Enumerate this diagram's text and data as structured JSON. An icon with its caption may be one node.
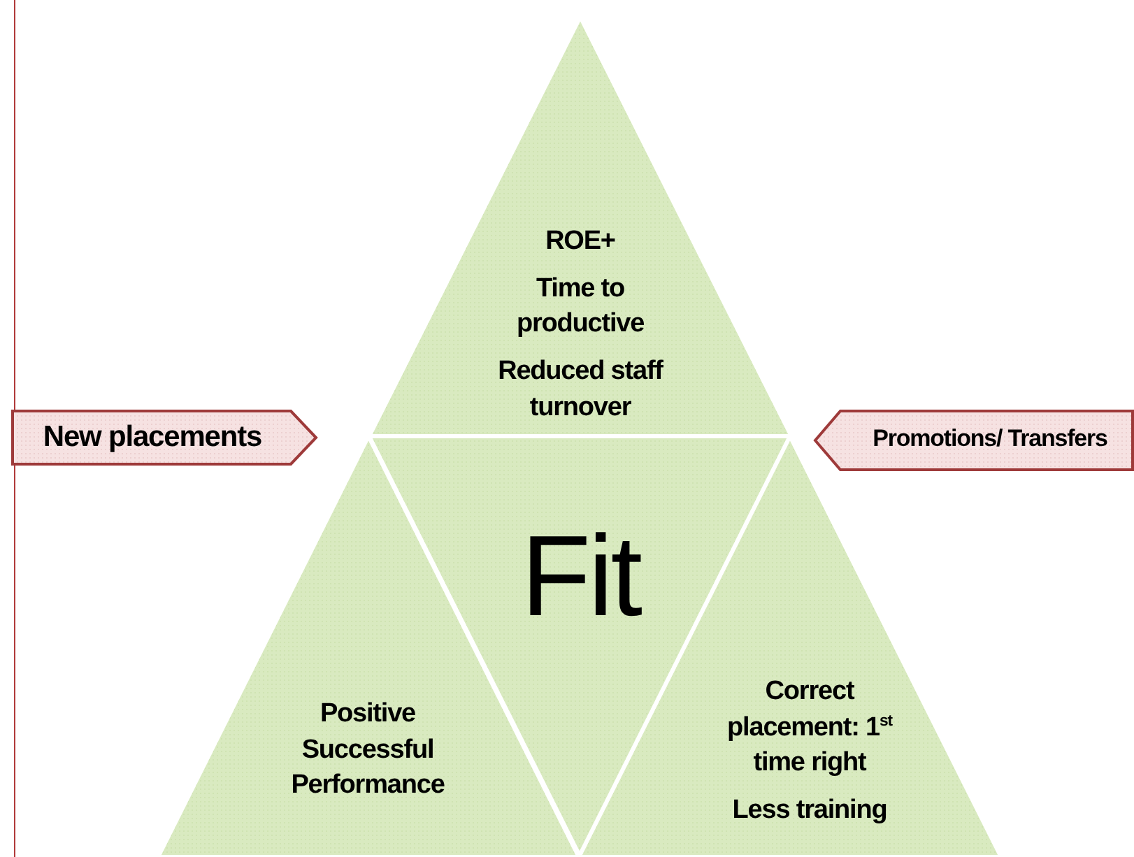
{
  "diagram": {
    "nodes": [
      {
        "text": [
          "ROE+",
          "Time to productive",
          "Reduced staff turnover"
        ]
      },
      {
        "text": [
          "Fit"
        ]
      },
      {
        "text": [
          "Positive Successful Performance"
        ]
      },
      {
        "text": [
          "Correct placement: 1$^{st}$ time right",
          "Less training"
        ]
      },
      {
        "text": [
          "New placements"
        ]
      },
      {
        "text": [
          "Promotions/ Transfers"
        ]
      }
    ]
  }
}
